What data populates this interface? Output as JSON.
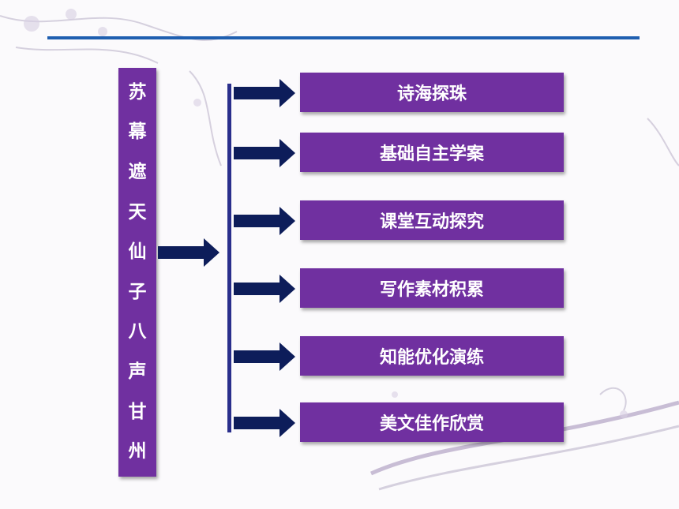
{
  "title": {
    "chars": [
      "苏",
      "幕",
      "遮",
      "天",
      "仙",
      "子",
      "八",
      "声",
      "甘",
      "州"
    ]
  },
  "menu": {
    "items": [
      {
        "label": "诗海探珠"
      },
      {
        "label": "基础自主学案"
      },
      {
        "label": "课堂互动探究"
      },
      {
        "label": "写作素材积累"
      },
      {
        "label": "知能优化演练"
      },
      {
        "label": "美文佳作欣赏"
      }
    ]
  },
  "colors": {
    "accent_purple": "#7030a0",
    "arrow_navy": "#0d1d5a",
    "rule_blue": "#1f5fb0"
  },
  "icons": {
    "arrow": "right-arrow-icon",
    "decoration": "floral-vine-decoration"
  }
}
